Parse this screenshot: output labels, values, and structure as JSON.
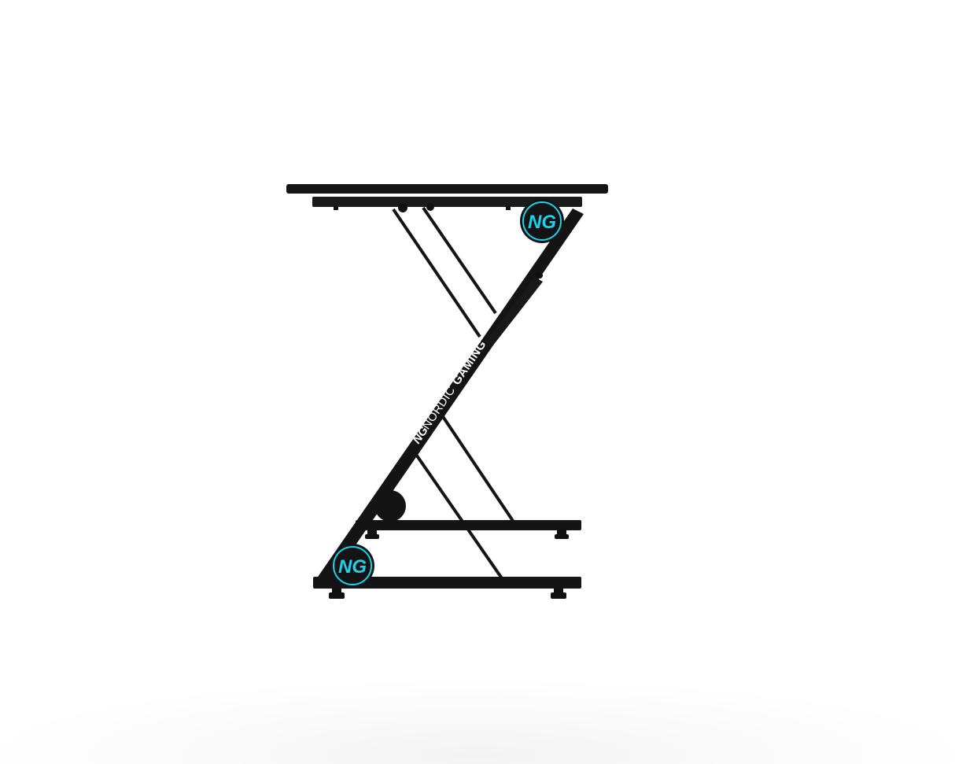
{
  "product": {
    "brand_mark": "NG",
    "brand_name_light": "NORDIC",
    "brand_name_bold": "GAMING"
  },
  "colors": {
    "frame": "#141414",
    "frame_highlight": "#2a2a2a",
    "accent": "#19d3ee",
    "background": "#ffffff"
  },
  "icons": {
    "logo_badge": "ng-logo-icon"
  }
}
